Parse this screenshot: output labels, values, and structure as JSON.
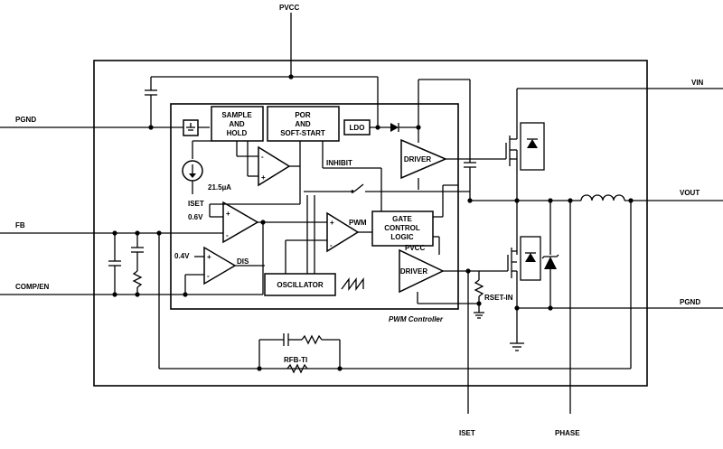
{
  "pins": {
    "pvcc": "PVCC",
    "pgnd_left": "PGND",
    "fb": "FB",
    "comp_en": "COMP/EN",
    "vin": "VIN",
    "vout": "VOUT",
    "pgnd_right": "PGND",
    "iset": "ISET",
    "phase": "PHASE"
  },
  "blocks": {
    "sample_hold": [
      "SAMPLE",
      "AND",
      "HOLD"
    ],
    "por": [
      "POR",
      "AND",
      "SOFT-START"
    ],
    "ldo": "LDO",
    "driver_top": "DRIVER",
    "driver_bottom": "DRIVER",
    "gate_logic": [
      "GATE",
      "CONTROL",
      "LOGIC"
    ],
    "oscillator": "OSCILLATOR"
  },
  "labels": {
    "inhibit": "INHIBIT",
    "iset_inner": "ISET",
    "current": "21.5µA",
    "ref_06": "0.6V",
    "ref_04": "0.4V",
    "dis": "DIS",
    "pwm": "PWM",
    "pvcc_inner": "PVCC",
    "rset": "RSET-IN",
    "pwm_controller": "PWM Controller",
    "rfb": "RFB-TI"
  },
  "signs": {
    "plus": "+",
    "minus": "-"
  }
}
